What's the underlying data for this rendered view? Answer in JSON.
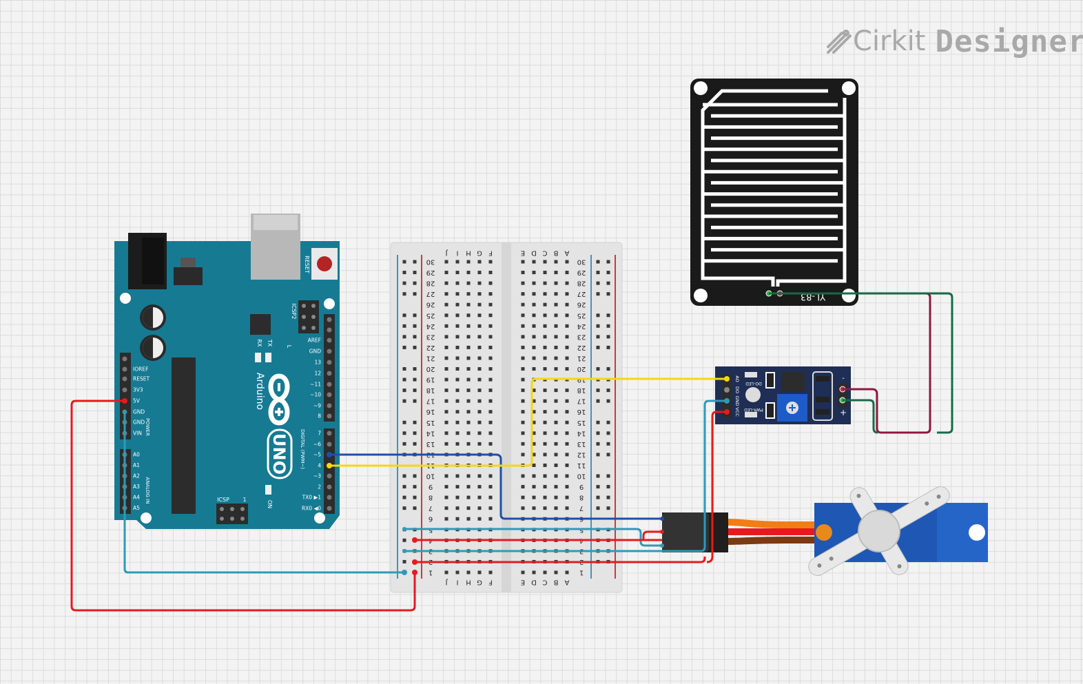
{
  "brand": {
    "name_light": "Cirkit",
    "name_bold": "Designer"
  },
  "arduino": {
    "name": "Arduino",
    "model": "UNO",
    "reset_label": "RESET",
    "icsp2_label": "ICSP2",
    "icsp_label": "ICSP",
    "icsp_pin1": "1",
    "on_label": "ON",
    "tx_label": "TX",
    "rx_label": "RX",
    "l_label": "L",
    "power_label": "POWER",
    "analog_label": "ANALOG IN",
    "digital_label": "DIGITAL (PWM~)",
    "power_pins": [
      "IOREF",
      "RESET",
      "3V3",
      "5V",
      "GND",
      "GND",
      "VIN"
    ],
    "analog_pins": [
      "A0",
      "A1",
      "A2",
      "A3",
      "A4",
      "A5"
    ],
    "digital_top": [
      "AREF",
      "GND",
      "13",
      "12",
      "~11",
      "~10",
      "~9",
      "8"
    ],
    "digital_bottom": [
      "7",
      "~6",
      "~5",
      "4",
      "~3",
      "2",
      "TX0 ▶1",
      "RX0 ◀0"
    ]
  },
  "breadboard": {
    "left_cols": [
      "J",
      "I",
      "H",
      "G",
      "F"
    ],
    "right_cols": [
      "E",
      "D",
      "C",
      "B",
      "A"
    ],
    "rows": 30
  },
  "rain_sensor": {
    "label": "YL-83"
  },
  "rain_module": {
    "pins": [
      "AO",
      "DO",
      "GND",
      "VCC"
    ],
    "do_led": "DO-LED",
    "pwr_led": "PWR-LED",
    "plus": "+",
    "minus": "-"
  },
  "colors": {
    "wire_red": "#e8191c",
    "wire_blue": "#1f4fa5",
    "wire_yellow": "#f5d90a",
    "wire_teal": "#2e9ab7",
    "wire_maroon": "#8d1840",
    "wire_green": "#166b46",
    "arduino_board": "#167a93",
    "breadboard": "#e6e6e6",
    "rail_red": "#e03030",
    "rail_blue": "#3a96c4",
    "sensor_pcb": "#1a1a1a",
    "module_pcb": "#1e2e55",
    "servo_body": "#1f57b4"
  }
}
